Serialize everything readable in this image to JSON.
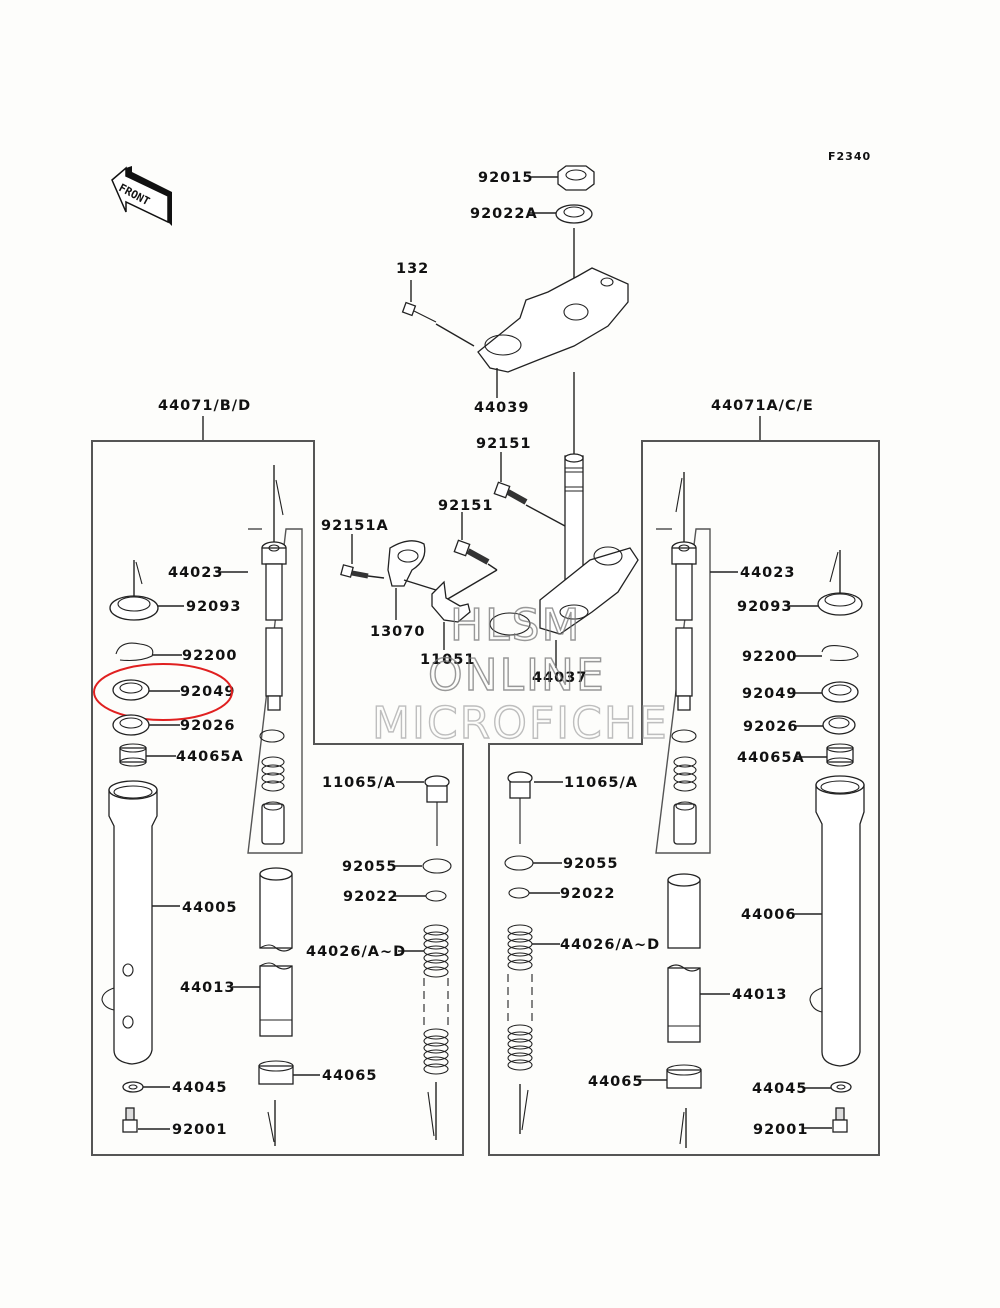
{
  "figure_id": "F2340",
  "front_label": "FRONT",
  "watermark": [
    "HLSM",
    "ONLINE",
    "MICROFICHE"
  ],
  "highlight": {
    "part": "92049",
    "color": "#e02020"
  },
  "center": {
    "nut": "92015",
    "washer": "92022A",
    "bolt": "132",
    "upper_bracket": "44039",
    "bolt_upper": "92151",
    "bolt_lower": "92151",
    "bolt_a": "92151A",
    "hose_clamp": "13070",
    "bracket": "11051",
    "stem_lower": "44037"
  },
  "left": {
    "assembly": "44071/B/D",
    "labels": {
      "p44023": "44023",
      "p92093": "92093",
      "p92200": "92200",
      "p92049": "92049",
      "p92026": "92026",
      "p44065A": "44065A",
      "p44005": "44005",
      "p44013": "44013",
      "p44045": "44045",
      "p92001": "92001",
      "p44065": "44065",
      "p11065": "11065/A",
      "p92055": "92055",
      "p92022": "92022",
      "p44026": "44026/A~D"
    }
  },
  "right": {
    "assembly": "44071A/C/E",
    "labels": {
      "p44023": "44023",
      "p92093": "92093",
      "p92200": "92200",
      "p92049": "92049",
      "p92026": "92026",
      "p44065A": "44065A",
      "p44006": "44006",
      "p44013": "44013",
      "p44045": "44045",
      "p92001": "92001",
      "p44065": "44065",
      "p11065": "11065/A",
      "p92055": "92055",
      "p92022": "92022",
      "p44026": "44026/A~D"
    }
  }
}
